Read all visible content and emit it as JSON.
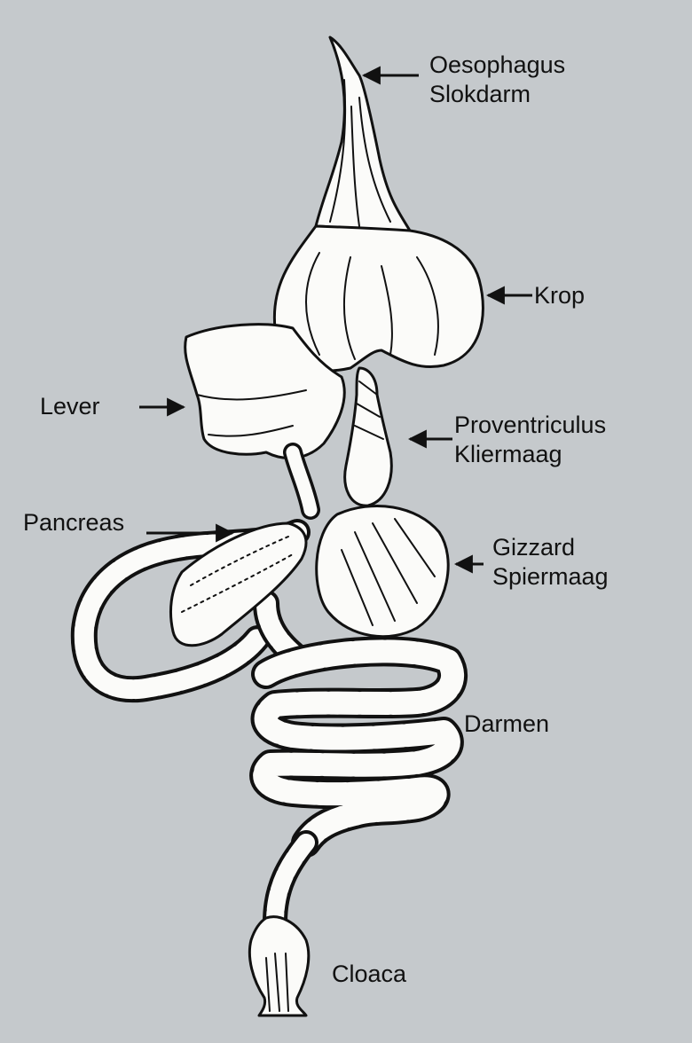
{
  "colors": {
    "background": "#c5c9cc",
    "organ_fill": "#fbfbf9",
    "ink": "#111111"
  },
  "labels": {
    "oesophagus": {
      "line1": "Oesophagus",
      "line2": "Slokdarm"
    },
    "crop": {
      "line1": "Krop"
    },
    "liver": {
      "line1": "Lever"
    },
    "proventriculus": {
      "line1": "Proventriculus",
      "line2": "Kliermaag"
    },
    "pancreas": {
      "line1": "Pancreas"
    },
    "gizzard": {
      "line1": "Gizzard",
      "line2": "Spiermaag"
    },
    "intestines": {
      "line1": "Darmen"
    },
    "cloaca": {
      "line1": "Cloaca"
    }
  }
}
